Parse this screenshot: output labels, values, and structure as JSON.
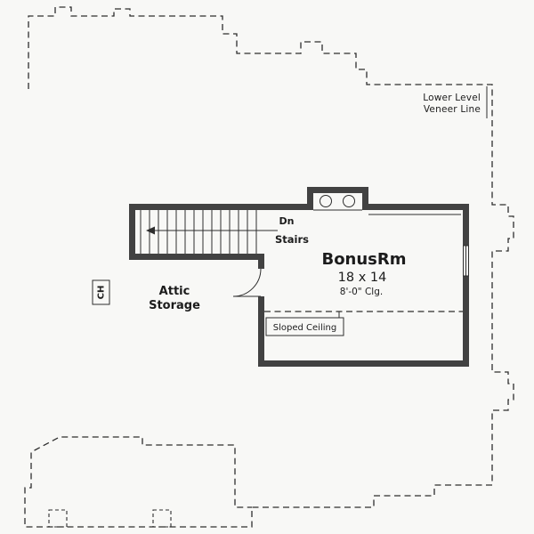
{
  "title": "Upper level floor plan",
  "colors": {
    "wall": "#424242",
    "line": "#2e2e2e",
    "background": "#f8f8f6",
    "text": "#1c1c1c"
  },
  "notes": {
    "lower_level_line1": "Lower Level",
    "lower_level_line2": "Veneer Line"
  },
  "stairs": {
    "direction": "Dn",
    "label": "Stairs"
  },
  "bonus_room": {
    "name": "BonusRm",
    "dimensions": "18 x 14",
    "ceiling": "8'-0\" Clg.",
    "sloped_ceiling": "Sloped Ceiling"
  },
  "attic": {
    "line1": "Attic",
    "line2": "Storage"
  },
  "chase": {
    "label": "CH"
  }
}
